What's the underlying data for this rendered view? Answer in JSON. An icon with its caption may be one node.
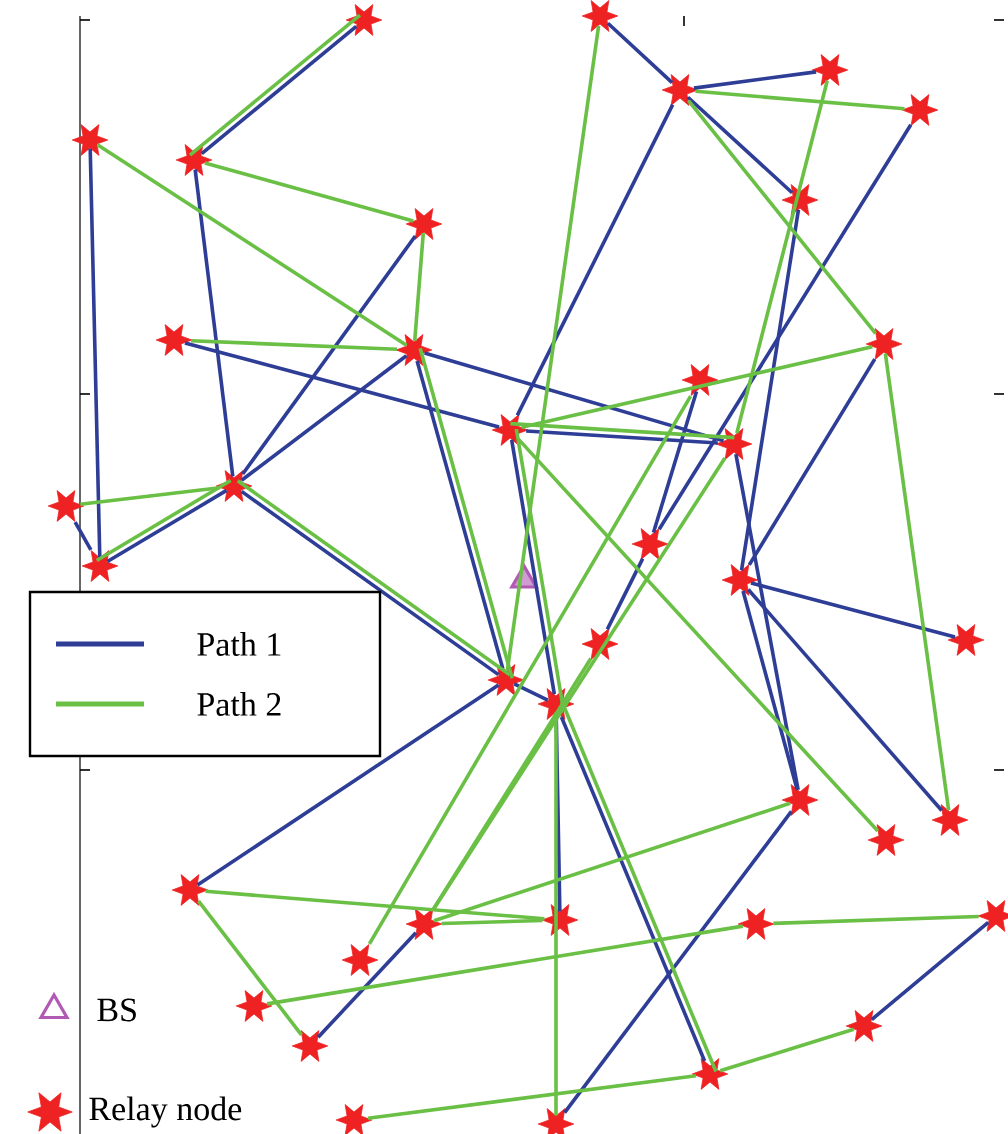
{
  "diagram": {
    "nodes": [
      {
        "text": [],
        "shape": "star"
      },
      {
        "text": [],
        "shape": "star"
      },
      {
        "text": [],
        "shape": "star"
      },
      {
        "text": [],
        "shape": "star"
      },
      {
        "text": [],
        "shape": "star"
      },
      {
        "text": [],
        "shape": "star"
      },
      {
        "text": [],
        "shape": "star"
      },
      {
        "text": [],
        "shape": "star"
      },
      {
        "text": [],
        "shape": "star"
      },
      {
        "text": [],
        "shape": "star"
      },
      {
        "text": [],
        "shape": "star"
      },
      {
        "text": [],
        "shape": "star"
      },
      {
        "text": [],
        "shape": "star"
      },
      {
        "text": [],
        "shape": "star"
      },
      {
        "text": [],
        "shape": "star"
      },
      {
        "text": [],
        "shape": "star"
      },
      {
        "text": [],
        "shape": "star"
      },
      {
        "text": [],
        "shape": "star"
      },
      {
        "text": [],
        "shape": "star"
      },
      {
        "text": [],
        "shape": "triangle"
      },
      {
        "text": [],
        "shape": "star"
      },
      {
        "text": [],
        "shape": "star"
      },
      {
        "text": [],
        "shape": "star"
      },
      {
        "text": [],
        "shape": "star"
      },
      {
        "text": [],
        "shape": "star"
      },
      {
        "text": [],
        "shape": "star"
      },
      {
        "text": [],
        "shape": "star"
      },
      {
        "text": [],
        "shape": "star"
      },
      {
        "text": [],
        "shape": "star"
      },
      {
        "text": [],
        "shape": "star"
      },
      {
        "text": [],
        "shape": "star"
      },
      {
        "text": [],
        "shape": "star"
      },
      {
        "text": [],
        "shape": "star"
      },
      {
        "text": [],
        "shape": "star"
      },
      {
        "text": [],
        "shape": "star"
      },
      {
        "text": [],
        "shape": "star"
      },
      {
        "text": [],
        "shape": "star"
      },
      {
        "text": [],
        "shape": "star"
      },
      {
        "text": [],
        "shape": "star"
      },
      {
        "text": [],
        "shape": "star"
      }
    ],
    "edges": [
      {
        "from": 3,
        "to": 0,
        "arrow": "none",
        "color": "#2e3d96"
      },
      {
        "from": 2,
        "to": 17,
        "arrow": "none",
        "color": "#2e3d96"
      },
      {
        "from": 3,
        "to": 15,
        "arrow": "none",
        "color": "#2e3d96"
      },
      {
        "from": 15,
        "to": 7,
        "arrow": "none",
        "color": "#2e3d96"
      },
      {
        "from": 15,
        "to": 10,
        "arrow": "none",
        "color": "#2e3d96"
      },
      {
        "from": 9,
        "to": 13,
        "arrow": "none",
        "color": "#2e3d96"
      },
      {
        "from": 10,
        "to": 14,
        "arrow": "none",
        "color": "#2e3d96"
      },
      {
        "from": 10,
        "to": 23,
        "arrow": "none",
        "color": "#2e3d96"
      },
      {
        "from": 15,
        "to": 17,
        "arrow": "none",
        "color": "#2e3d96"
      },
      {
        "from": 16,
        "to": 17,
        "arrow": "none",
        "color": "#2e3d96"
      },
      {
        "from": 15,
        "to": 23,
        "arrow": "none",
        "color": "#2e3d96"
      },
      {
        "from": 1,
        "to": 4,
        "arrow": "none",
        "color": "#2e3d96"
      },
      {
        "from": 4,
        "to": 5,
        "arrow": "none",
        "color": "#2e3d96"
      },
      {
        "from": 4,
        "to": 8,
        "arrow": "none",
        "color": "#2e3d96"
      },
      {
        "from": 4,
        "to": 13,
        "arrow": "none",
        "color": "#2e3d96"
      },
      {
        "from": 6,
        "to": 18,
        "arrow": "none",
        "color": "#2e3d96"
      },
      {
        "from": 8,
        "to": 20,
        "arrow": "none",
        "color": "#2e3d96"
      },
      {
        "from": 13,
        "to": 14,
        "arrow": "none",
        "color": "#2e3d96"
      },
      {
        "from": 11,
        "to": 20,
        "arrow": "none",
        "color": "#2e3d96"
      },
      {
        "from": 20,
        "to": 21,
        "arrow": "none",
        "color": "#2e3d96"
      },
      {
        "from": 20,
        "to": 26,
        "arrow": "none",
        "color": "#2e3d96"
      },
      {
        "from": 20,
        "to": 25,
        "arrow": "none",
        "color": "#2e3d96"
      },
      {
        "from": 18,
        "to": 22,
        "arrow": "none",
        "color": "#2e3d96"
      },
      {
        "from": 14,
        "to": 25,
        "arrow": "none",
        "color": "#2e3d96"
      },
      {
        "from": 23,
        "to": 28,
        "arrow": "none",
        "color": "#2e3d96"
      },
      {
        "from": 23,
        "to": 24,
        "arrow": "none",
        "color": "#2e3d96"
      },
      {
        "from": 24,
        "to": 31,
        "arrow": "none",
        "color": "#2e3d96"
      },
      {
        "from": 24,
        "to": 37,
        "arrow": "none",
        "color": "#2e3d96"
      },
      {
        "from": 25,
        "to": 38,
        "arrow": "none",
        "color": "#2e3d96"
      },
      {
        "from": 33,
        "to": 36,
        "arrow": "none",
        "color": "#2e3d96"
      },
      {
        "from": 29,
        "to": 35,
        "arrow": "none",
        "color": "#2e3d96"
      },
      {
        "from": 13,
        "to": 24,
        "arrow": "none",
        "color": "#2e3d96"
      },
      {
        "from": 12,
        "to": 18,
        "arrow": "none",
        "color": "#2e3d96"
      },
      {
        "from": 3,
        "to": 0,
        "arrow": "none",
        "color": "#6abf45"
      },
      {
        "from": 3,
        "to": 7,
        "arrow": "none",
        "color": "#6abf45"
      },
      {
        "from": 7,
        "to": 10,
        "arrow": "none",
        "color": "#6abf45"
      },
      {
        "from": 2,
        "to": 10,
        "arrow": "none",
        "color": "#6abf45"
      },
      {
        "from": 9,
        "to": 10,
        "arrow": "none",
        "color": "#6abf45"
      },
      {
        "from": 10,
        "to": 23,
        "arrow": "none",
        "color": "#6abf45"
      },
      {
        "from": 16,
        "to": 15,
        "arrow": "none",
        "color": "#6abf45"
      },
      {
        "from": 17,
        "to": 15,
        "arrow": "none",
        "color": "#6abf45"
      },
      {
        "from": 15,
        "to": 23,
        "arrow": "none",
        "color": "#6abf45"
      },
      {
        "from": 1,
        "to": 23,
        "arrow": "none",
        "color": "#6abf45"
      },
      {
        "from": 4,
        "to": 6,
        "arrow": "none",
        "color": "#6abf45"
      },
      {
        "from": 4,
        "to": 11,
        "arrow": "none",
        "color": "#6abf45"
      },
      {
        "from": 5,
        "to": 14,
        "arrow": "none",
        "color": "#6abf45"
      },
      {
        "from": 11,
        "to": 13,
        "arrow": "none",
        "color": "#6abf45"
      },
      {
        "from": 13,
        "to": 14,
        "arrow": "none",
        "color": "#6abf45"
      },
      {
        "from": 11,
        "to": 26,
        "arrow": "none",
        "color": "#6abf45"
      },
      {
        "from": 13,
        "to": 27,
        "arrow": "none",
        "color": "#6abf45"
      },
      {
        "from": 13,
        "to": 24,
        "arrow": "none",
        "color": "#6abf45"
      },
      {
        "from": 14,
        "to": 29,
        "arrow": "none",
        "color": "#6abf45"
      },
      {
        "from": 12,
        "to": 30,
        "arrow": "none",
        "color": "#6abf45"
      },
      {
        "from": 22,
        "to": 29,
        "arrow": "none",
        "color": "#6abf45"
      },
      {
        "from": 24,
        "to": 37,
        "arrow": "none",
        "color": "#6abf45"
      },
      {
        "from": 24,
        "to": 38,
        "arrow": "none",
        "color": "#6abf45"
      },
      {
        "from": 28,
        "to": 31,
        "arrow": "none",
        "color": "#6abf45"
      },
      {
        "from": 28,
        "to": 35,
        "arrow": "none",
        "color": "#6abf45"
      },
      {
        "from": 29,
        "to": 25,
        "arrow": "none",
        "color": "#6abf45"
      },
      {
        "from": 32,
        "to": 33,
        "arrow": "none",
        "color": "#6abf45"
      },
      {
        "from": 36,
        "to": 37,
        "arrow": "none",
        "color": "#6abf45"
      },
      {
        "from": 37,
        "to": 39,
        "arrow": "none",
        "color": "#6abf45"
      },
      {
        "from": 29,
        "to": 31,
        "arrow": "none",
        "color": "#6abf45"
      },
      {
        "from": 34,
        "to": 32,
        "arrow": "none",
        "color": "#6abf45"
      }
    ],
    "legend": [
      {
        "text": "Path 1",
        "color": "#2e3d96"
      },
      {
        "text": "Path 2",
        "color": "#6abf45"
      },
      {
        "text": "BS"
      },
      {
        "text": "Relay node"
      }
    ]
  }
}
